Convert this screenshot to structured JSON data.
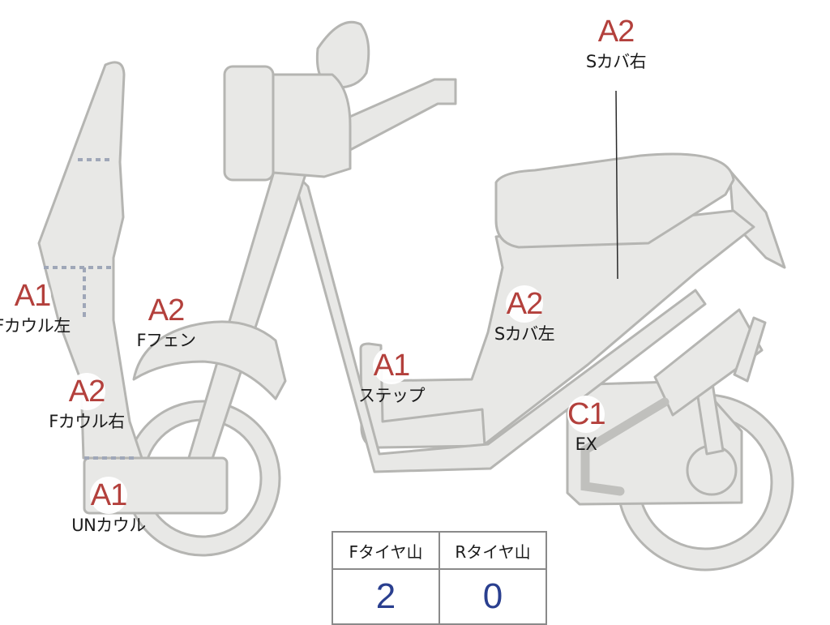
{
  "markers": [
    {
      "id": "f-cowl-left",
      "grade": "A1",
      "part": "Fカウル左"
    },
    {
      "id": "f-fender",
      "grade": "A2",
      "part": "Fフェン"
    },
    {
      "id": "f-cowl-right",
      "grade": "A2",
      "part": "Fカウル右"
    },
    {
      "id": "un-cowl",
      "grade": "A1",
      "part": "UNカウル"
    },
    {
      "id": "step",
      "grade": "A1",
      "part": "ステップ"
    },
    {
      "id": "s-cover-left",
      "grade": "A2",
      "part": "Sカバ左"
    },
    {
      "id": "s-cover-right",
      "grade": "A2",
      "part": "Sカバ右"
    },
    {
      "id": "exhaust",
      "grade": "C1",
      "part": "EX"
    }
  ],
  "tire_table": {
    "headers": [
      "Fタイヤ山",
      "Rタイヤ山"
    ],
    "values": [
      "2",
      "0"
    ]
  },
  "colors": {
    "body_fill": "#e8e8e6",
    "body_stroke": "#b5b5b2",
    "grade_text": "#b3403c",
    "tire_value_text": "#2a3f8f"
  }
}
